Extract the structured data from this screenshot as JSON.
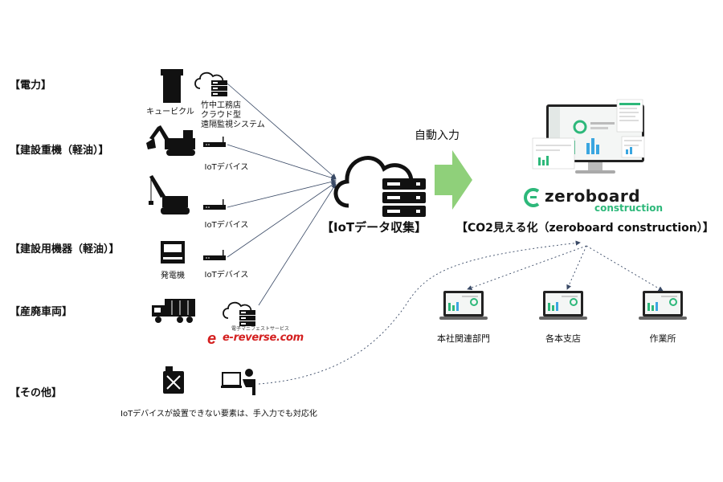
{
  "categories": {
    "power": "【電力】",
    "heavy": "【建設重機（軽油）】",
    "equipment": "【建設用機器（軽油）】",
    "vehicles": "【産廃車両】",
    "other": "【その他】"
  },
  "labels": {
    "cubicle": "キュービクル",
    "takenaka_l1": "竹中工務店",
    "takenaka_l2": "クラウド型",
    "takenaka_l3": "遠隔監視システム",
    "iot1": "IoTデバイス",
    "iot2": "IoTデバイス",
    "iot3": "IoTデバイス",
    "generator": "発電機",
    "ereverse_sub": "電子マニフェストサービス",
    "ereverse": "e-reverse.com",
    "manual_note": "IoTデバイスが設置できない要素は、手入力でも対応化"
  },
  "hub": {
    "title": "【IoTデータ収集】",
    "auto_input": "自動入力"
  },
  "zeroboard": {
    "title": "【CO2見える化（zeroboard construction）】",
    "brand": "zeroboard",
    "brand_sub": "construction"
  },
  "sites": {
    "head_office": "本社関連部門",
    "branches": "各本支店",
    "worksite": "作業所"
  },
  "colors": {
    "arrow": "#8fd07a",
    "lines": "#3a4a66",
    "brand_green": "#2db87a",
    "ereverse_red": "#d42020"
  }
}
